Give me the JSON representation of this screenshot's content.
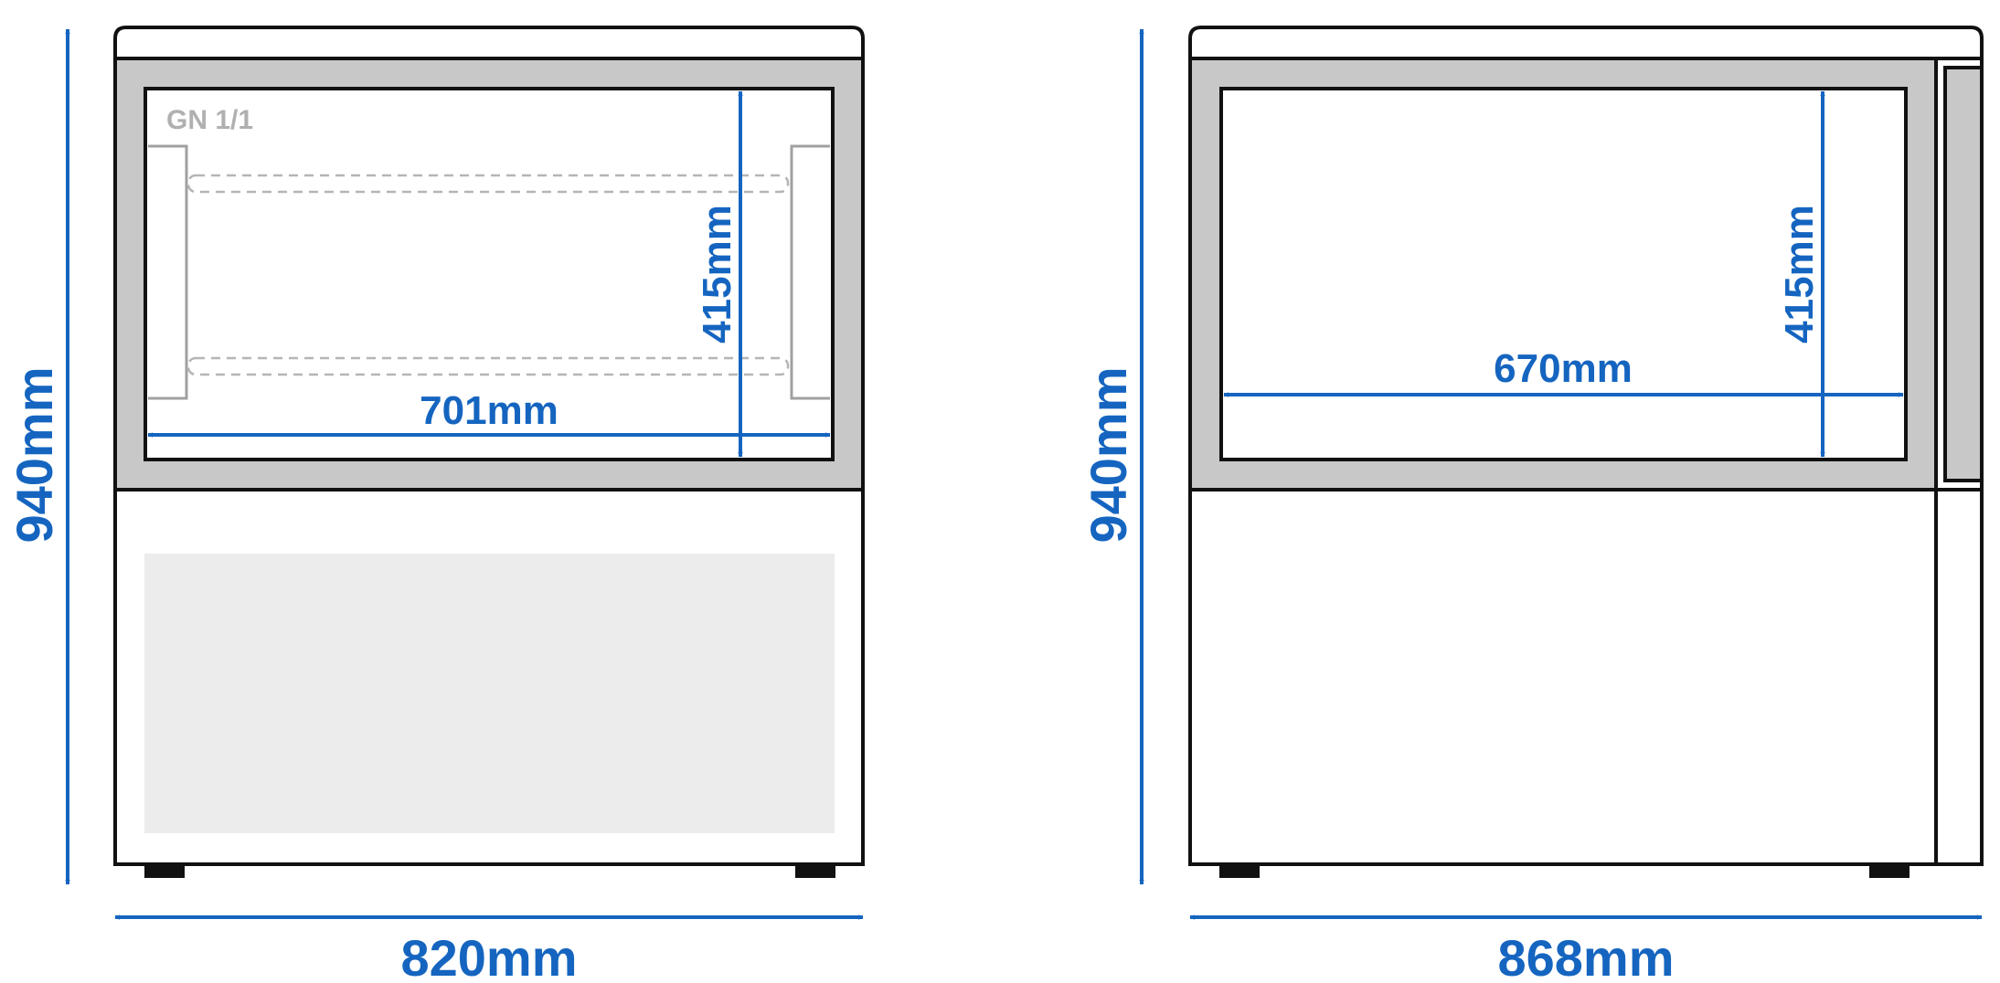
{
  "colors": {
    "accent": "#1565c0",
    "outline": "#111111",
    "frame_gray": "#c8c8c8",
    "panel_gray": "#ececec",
    "rail_gray": "#a0a0a0"
  },
  "front_view": {
    "gn_label": "GN 1/1",
    "height_label": "940mm",
    "width_label": "820mm",
    "inner_width_label": "701mm",
    "inner_height_label": "415mm"
  },
  "side_view": {
    "height_label": "940mm",
    "width_label": "868mm",
    "inner_width_label": "670mm",
    "inner_height_label": "415mm"
  }
}
